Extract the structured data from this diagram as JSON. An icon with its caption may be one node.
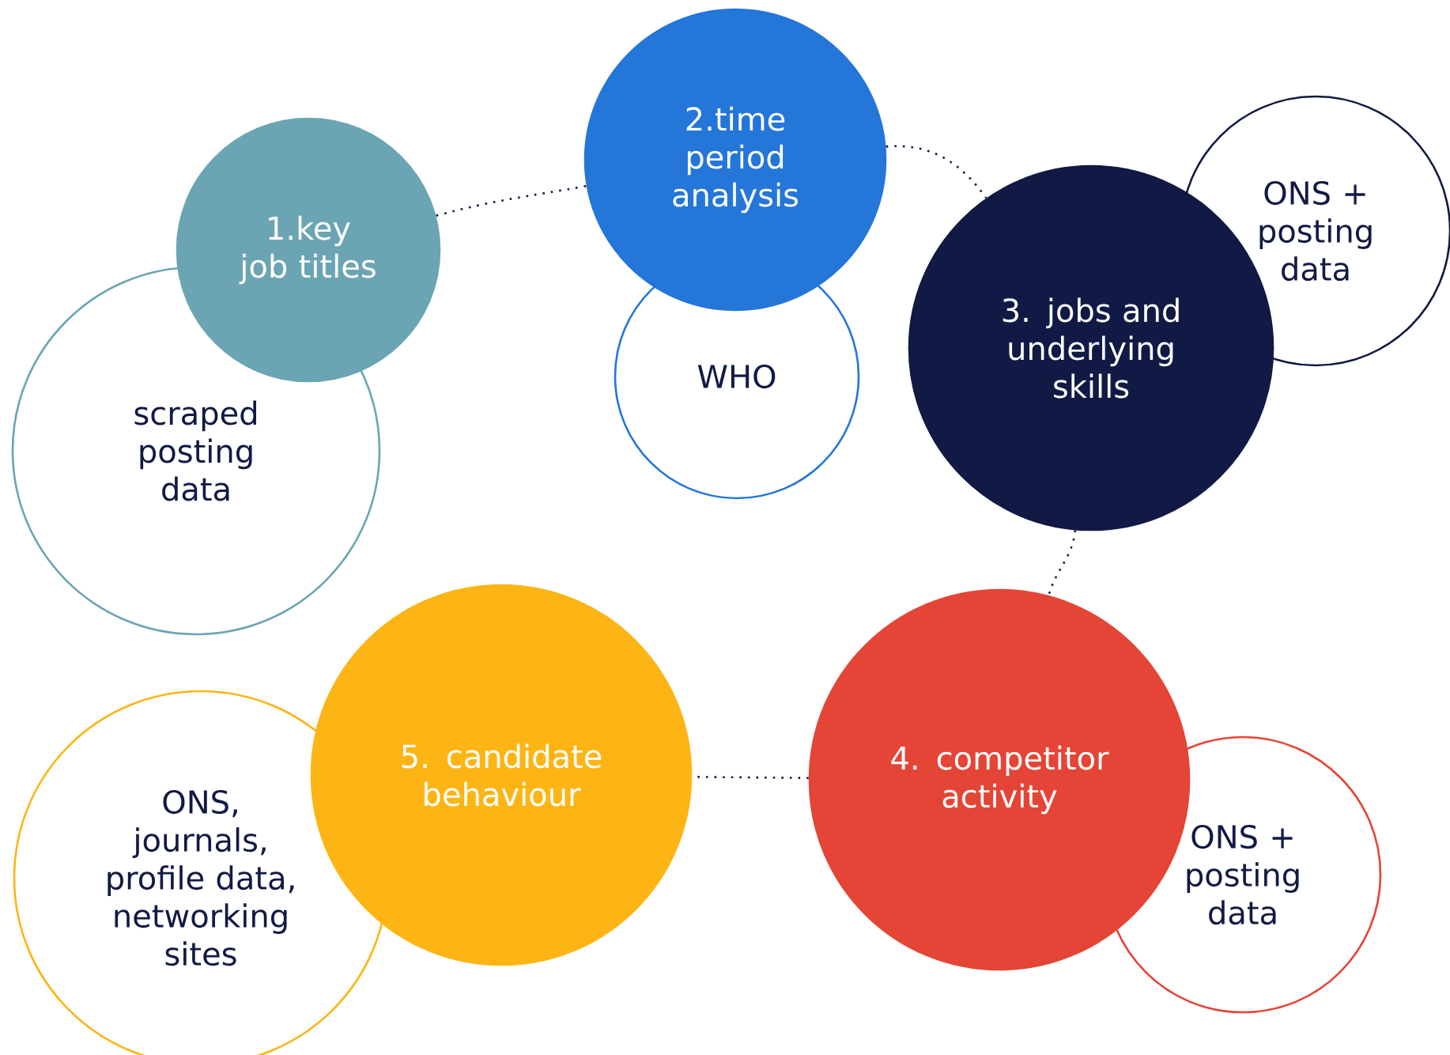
{
  "diagram": {
    "nodes": [
      {
        "text": [
          "1.key job titles"
        ]
      },
      {
        "text": [
          "scraped posting data"
        ]
      },
      {
        "text": [
          "2.time period analysis"
        ]
      },
      {
        "text": [
          "WHO"
        ]
      },
      {
        "text": [
          "ONS + posting data"
        ]
      },
      {
        "text": [
          "3. jobs and underlying skills"
        ]
      },
      {
        "text": [
          "4. competitor activity"
        ]
      },
      {
        "text": [
          "ONS + posting data"
        ]
      },
      {
        "text": [
          "5. candidate behaviour"
        ]
      },
      {
        "text": [
          "ONS, journals, profile data, networking sites"
        ]
      }
    ],
    "edges": [
      {
        "from": 0,
        "to": 2,
        "arrow": "none"
      },
      {
        "from": 2,
        "to": 5,
        "arrow": "none"
      },
      {
        "from": 5,
        "to": 6,
        "arrow": "none"
      },
      {
        "from": 6,
        "to": 8,
        "arrow": "none"
      }
    ]
  }
}
